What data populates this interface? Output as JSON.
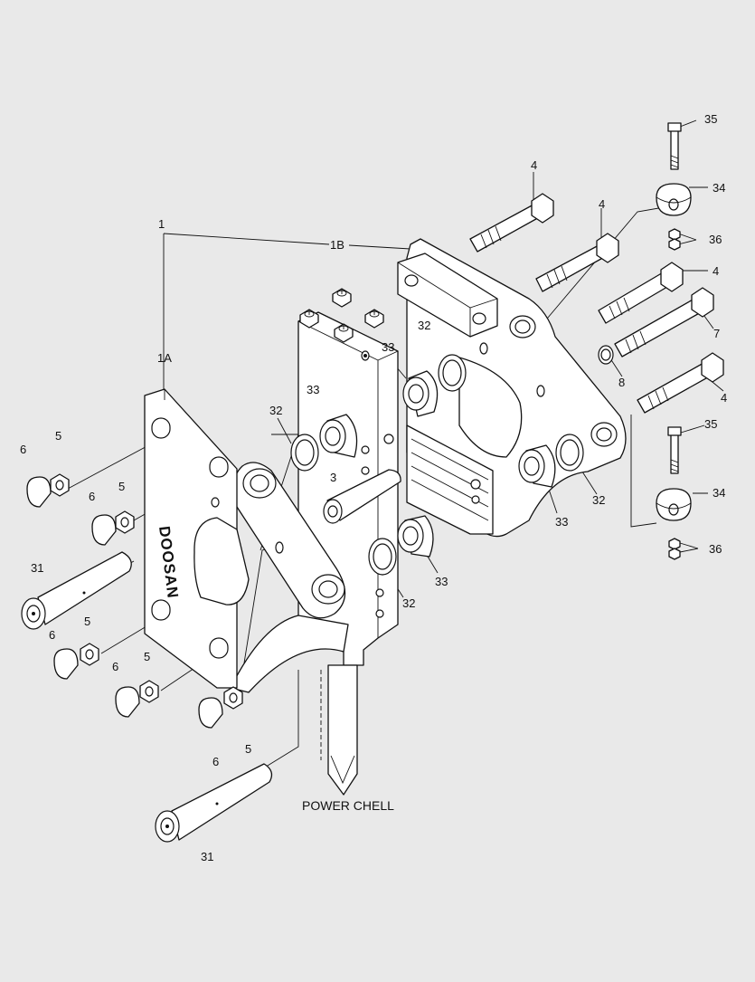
{
  "diagram": {
    "caption": "POWER CHELL",
    "brand_mark": "DOOSAN",
    "callouts": {
      "c1": "1",
      "c1A": "1A",
      "c1B": "1B",
      "c3": "3",
      "c4a": "4",
      "c4b": "4",
      "c4c": "4",
      "c4d": "4",
      "c5a": "5",
      "c5b": "5",
      "c5c": "5",
      "c5d": "5",
      "c5e": "5",
      "c6a": "6",
      "c6b": "6",
      "c6c": "6",
      "c6d": "6",
      "c6e": "6",
      "c7": "7",
      "c8": "8",
      "c31a": "31",
      "c31b": "31",
      "c32a": "32",
      "c32b": "32",
      "c32c": "32",
      "c32d": "32",
      "c33a": "33",
      "c33b": "33",
      "c33c": "33",
      "c33d": "33",
      "c34a": "34",
      "c34b": "34",
      "c35a": "35",
      "c35b": "35",
      "c36a": "36",
      "c36b": "36"
    }
  }
}
